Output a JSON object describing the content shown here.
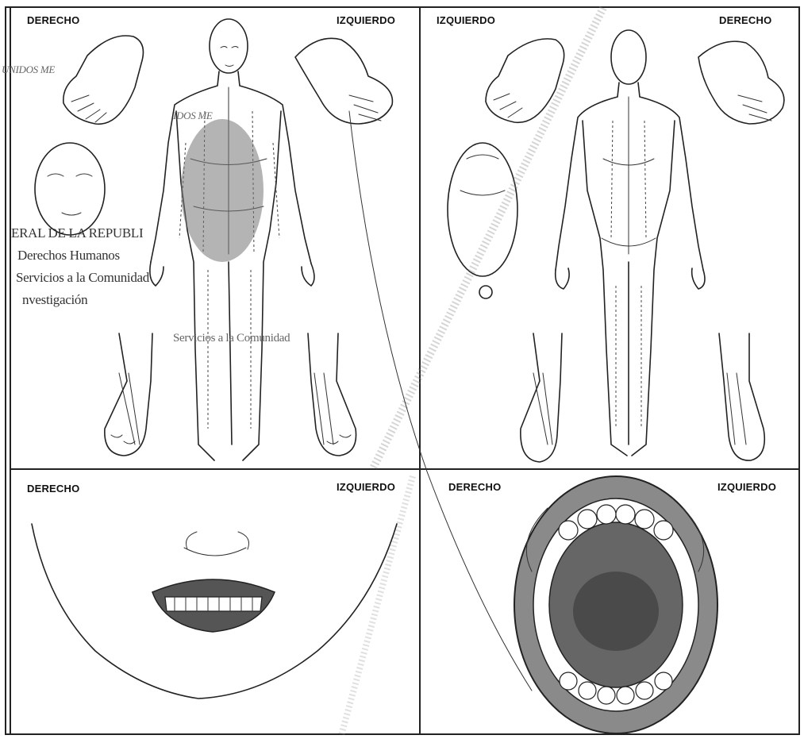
{
  "panels": {
    "front_body": {
      "right_label": "DERECHO",
      "left_label": "IZQUIERDO"
    },
    "back_body": {
      "left_label": "IZQUIERDO",
      "right_label": "DERECHO"
    },
    "face": {
      "right_label": "DERECHO",
      "left_label": "IZQUIERDO"
    },
    "mouth": {
      "right_label": "DERECHO",
      "left_label": "IZQUIERDO"
    }
  },
  "stamp": {
    "seal_text": "UNIDOS ME",
    "seal_text_2": "IDOS ME",
    "line1": "ERAL DE LA REPUBLI",
    "line2": "Derechos Humanos",
    "line3": "Servicios a la Comunidad",
    "line4": "nvestigación",
    "line5": "Servicios a la Comunidad"
  }
}
